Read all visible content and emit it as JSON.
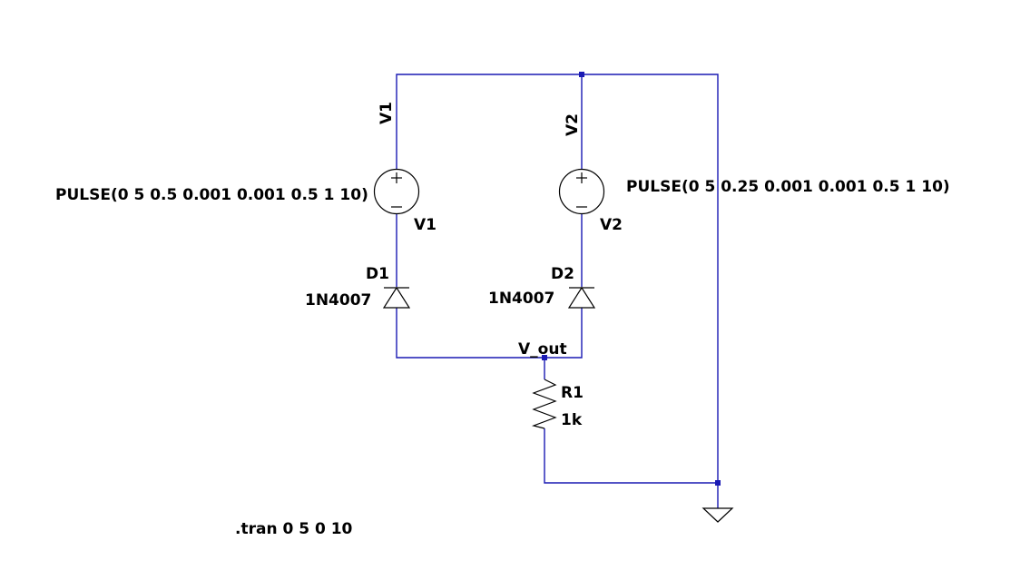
{
  "components": {
    "v1": {
      "net_label": "V1",
      "ref": "V1",
      "value": "PULSE(0 5 0.5 0.001 0.001 0.5 1 10)"
    },
    "v2": {
      "net_label": "V2",
      "ref": "V2",
      "value": "PULSE(0 5 0.25 0.001 0.001 0.5 1 10)"
    },
    "d1": {
      "ref": "D1",
      "model": "1N4007"
    },
    "d2": {
      "ref": "D2",
      "model": "1N4007"
    },
    "r1": {
      "ref": "R1",
      "value": "1k"
    }
  },
  "nets": {
    "output": "V_out"
  },
  "directive": ".tran 0 5 0 10",
  "colors": {
    "wire": "#1a1ab4",
    "component": "#000000",
    "background": "#ffffff"
  }
}
